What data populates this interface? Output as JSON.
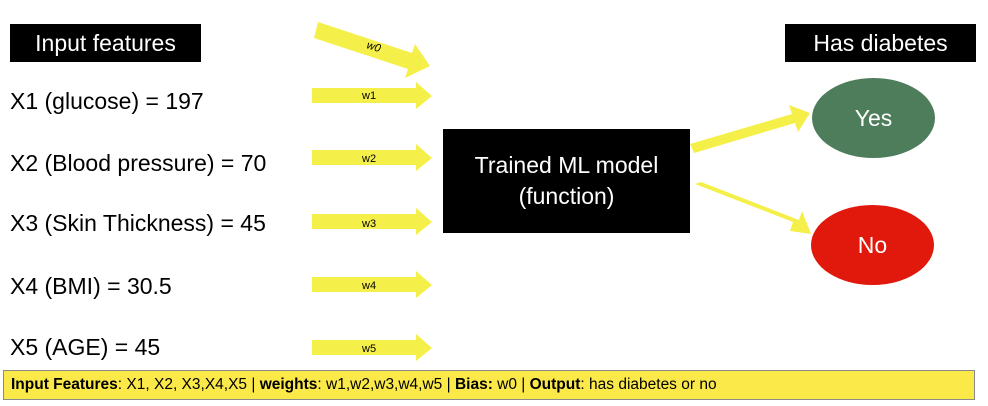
{
  "input_header": "Input features",
  "output_header": "Has diabetes",
  "features": [
    "X1 (glucose) = 197",
    "X2 (Blood pressure) = 70",
    "X3 (Skin Thickness) = 45",
    "X4 (BMI) = 30.5",
    "X5 (AGE) = 45"
  ],
  "weights": [
    "w0",
    "w1",
    "w2",
    "w3",
    "w4",
    "w5"
  ],
  "model": {
    "line1": "Trained ML model",
    "line2": "(function)"
  },
  "outputs": {
    "yes": "Yes",
    "no": "No"
  },
  "footer": {
    "k1": "Input Features",
    "v1": ": X1, X2, X3,X4,X5 | ",
    "k2": "weights",
    "v2": ": w1,w2,w3,w4,w5 | ",
    "k3": "Bias:",
    "v3": " w0 | ",
    "k4": "Output",
    "v4": ": has diabetes or no"
  },
  "colors": {
    "arrow": "#f5ef4a",
    "yes_node": "#4e7d5b",
    "no_node": "#e1180c",
    "footer_bg": "#fbe94a"
  }
}
